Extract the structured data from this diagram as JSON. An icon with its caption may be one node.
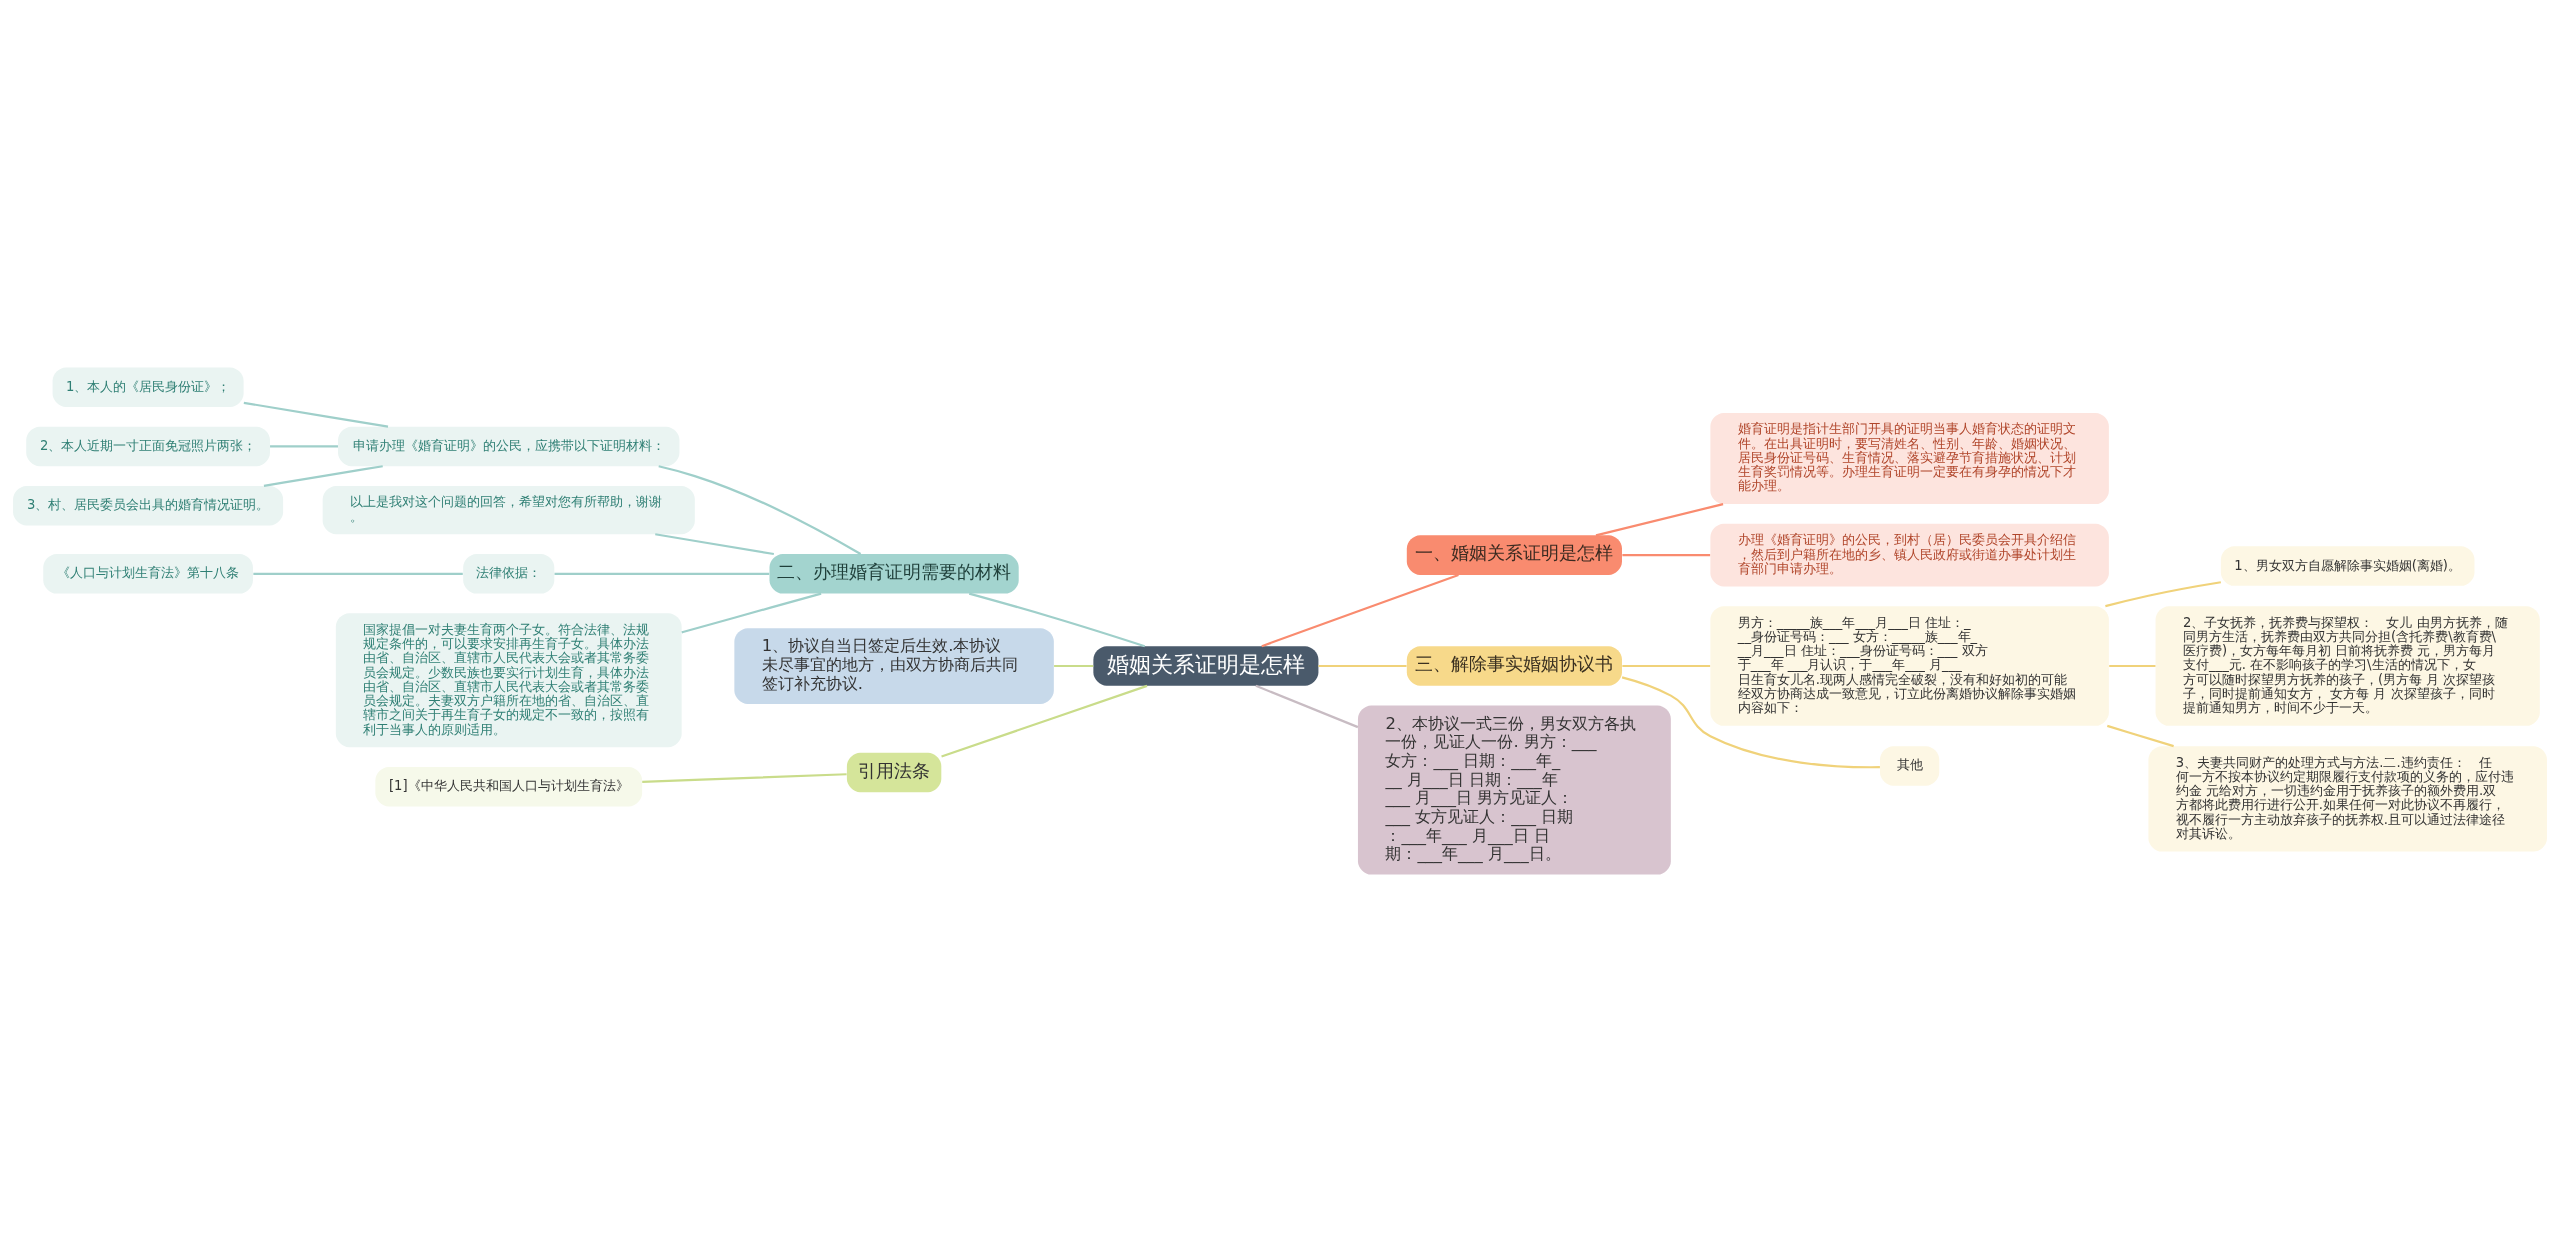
{
  "diagram": {
    "nodes": [
      {
        "text": [
          "婚姻关系证明是怎样"
        ]
      },
      {
        "text": [
          "一、婚姻关系证明是怎样"
        ]
      },
      {
        "text": [
          "婚育证明是指计生部门开具的证明当事人婚育状态的证明文件。在出具证明时，要写清姓名、性别、年龄、婚姻状况、居民身份证号码、生育情况、落实避孕节育措施状况、计划生育奖罚情况等。办理生育证明一定要在有身孕的情况下才能办理。"
        ]
      },
      {
        "text": [
          "办理《婚育证明》的公民，到村（居）民委员会开具介绍信，然后到户籍所在地的乡、镇人民政府或街道办事处计划生育部门申请办理。"
        ]
      },
      {
        "text": [
          "三、解除事实婚姻协议书"
        ]
      },
      {
        "text": [
          "男方：_____族___年___月___日 住址：___身份证号码：___ 女方：_____族___年___月___日 住址：___身份证号码：___ 双方于___年 ___月认识，于___年___ 月___日生育女儿名.现两人感情完全破裂，没有和好如初的可能经双方协商达成一致意见，订立此份离婚协议解除事实婚姻内容如下："
        ]
      },
      {
        "text": [
          "1、男女双方自愿解除事实婚姻(离婚)。"
        ]
      },
      {
        "text": [
          "2、子女抚养，抚养费与探望权：　女儿 由男方抚养，随同男方生活，抚养费由双方共同分担(含托养费\\教育费\\医疗费)，女方每年每月初 日前将抚养费 元，男方每月支付___元. 在不影响孩子的学习\\生活的情况下，女方可以随时探望男方抚养的孩子，(男方每 月 次探望孩子，同时提前通知女方， 女方每 月 次探望孩子，同时提前通知男方，时间不少于一天。"
        ]
      },
      {
        "text": [
          "3、夫妻共同财产的处理方式与方法.二.违约责任：　任何一方不按本协议约定期限履行支付款项的义务的，应付违约金 元给对方，一切违约金用于抚养孩子的额外费用.双方都将此费用行进行公开.如果任何一对此协议不再履行，视不履行一方主动放弃孩子的抚养权.且可以通过法律途径对其诉讼。"
        ]
      },
      {
        "text": [
          "其他"
        ]
      },
      {
        "text": [
          "2、本协议一式三份，男女双方各执一份，见证人一份. 男方：___ 女方：___ 日期：___年___ 月___日 日期：___年___ 月___日 男方见证人：___ 女方见证人：___ 日期：___年___ 月___日 日期：___年___ 月___日。"
        ]
      },
      {
        "text": [
          "二、办理婚育证明需要的材料"
        ]
      },
      {
        "text": [
          "申请办理《婚育证明》的公民，应携带以下证明材料："
        ]
      },
      {
        "text": [
          "1、本人的《居民身份证》；"
        ]
      },
      {
        "text": [
          "2、本人近期一寸正面免冠照片两张；"
        ]
      },
      {
        "text": [
          "3、村、居民委员会出具的婚育情况证明。"
        ]
      },
      {
        "text": [
          "以上是我对这个问题的回答，希望对您有所帮助，谢谢。"
        ]
      },
      {
        "text": [
          "法律依据："
        ]
      },
      {
        "text": [
          "《人口与计划生育法》第十八条"
        ]
      },
      {
        "text": [
          "国家提倡一对夫妻生育两个子女。符合法律、法规规定条件的，可以要求安排再生育子女。具体办法由省、自治区、直辖市人民代表大会或者其常务委员会规定。少数民族也要实行计划生育，具体办法由省、自治区、直辖市人民代表大会或者其常务委员会规定。夫妻双方户籍所在地的省、自治区、直辖市之间关于再生育子女的规定不一致的，按照有利于当事人的原则适用。"
        ]
      },
      {
        "text": [
          "1、协议自当日签定后生效.本协议未尽事宜的地方，由双方协商后共同签订补充协议."
        ]
      },
      {
        "text": [
          "引用法条"
        ]
      },
      {
        "text": [
          "[1]《中华人民共和国人口与计划生育法》"
        ]
      }
    ],
    "edges": [
      {
        "from": 0,
        "to": 1,
        "arrow": "none",
        "color": "#f98b6f"
      },
      {
        "from": 1,
        "to": 2,
        "arrow": "none",
        "color": "#f98b6f"
      },
      {
        "from": 1,
        "to": 3,
        "arrow": "none",
        "color": "#f98b6f"
      },
      {
        "from": 0,
        "to": 4,
        "arrow": "none",
        "color": "#f0d27a"
      },
      {
        "from": 4,
        "to": 5,
        "arrow": "none",
        "color": "#f0d27a"
      },
      {
        "from": 5,
        "to": 6,
        "arrow": "none",
        "color": "#f0d27a"
      },
      {
        "from": 5,
        "to": 7,
        "arrow": "none",
        "color": "#f0d27a"
      },
      {
        "from": 5,
        "to": 8,
        "arrow": "none",
        "color": "#f0d27a"
      },
      {
        "from": 4,
        "to": 9,
        "arrow": "none",
        "color": "#f0d27a"
      },
      {
        "from": 0,
        "to": 10,
        "arrow": "none",
        "color": "#c8bcc3"
      },
      {
        "from": 0,
        "to": 11,
        "arrow": "none",
        "color": "#9fcfca"
      },
      {
        "from": 11,
        "to": 12,
        "arrow": "none",
        "color": "#9fcfca"
      },
      {
        "from": 12,
        "to": 13,
        "arrow": "none",
        "color": "#9fcfca"
      },
      {
        "from": 12,
        "to": 14,
        "arrow": "none",
        "color": "#9fcfca"
      },
      {
        "from": 12,
        "to": 15,
        "arrow": "none",
        "color": "#9fcfca"
      },
      {
        "from": 11,
        "to": 16,
        "arrow": "none",
        "color": "#9fcfca"
      },
      {
        "from": 11,
        "to": 17,
        "arrow": "none",
        "color": "#9fcfca"
      },
      {
        "from": 17,
        "to": 18,
        "arrow": "none",
        "color": "#9fcfca"
      },
      {
        "from": 11,
        "to": 19,
        "arrow": "none",
        "color": "#9fcfca"
      },
      {
        "from": 0,
        "to": 20,
        "arrow": "none",
        "color": "#c9dc8a"
      },
      {
        "from": 0,
        "to": 21,
        "arrow": "none",
        "color": "#c9dc8a"
      },
      {
        "from": 21,
        "to": 22,
        "arrow": "none",
        "color": "#c9dc8a"
      }
    ]
  }
}
